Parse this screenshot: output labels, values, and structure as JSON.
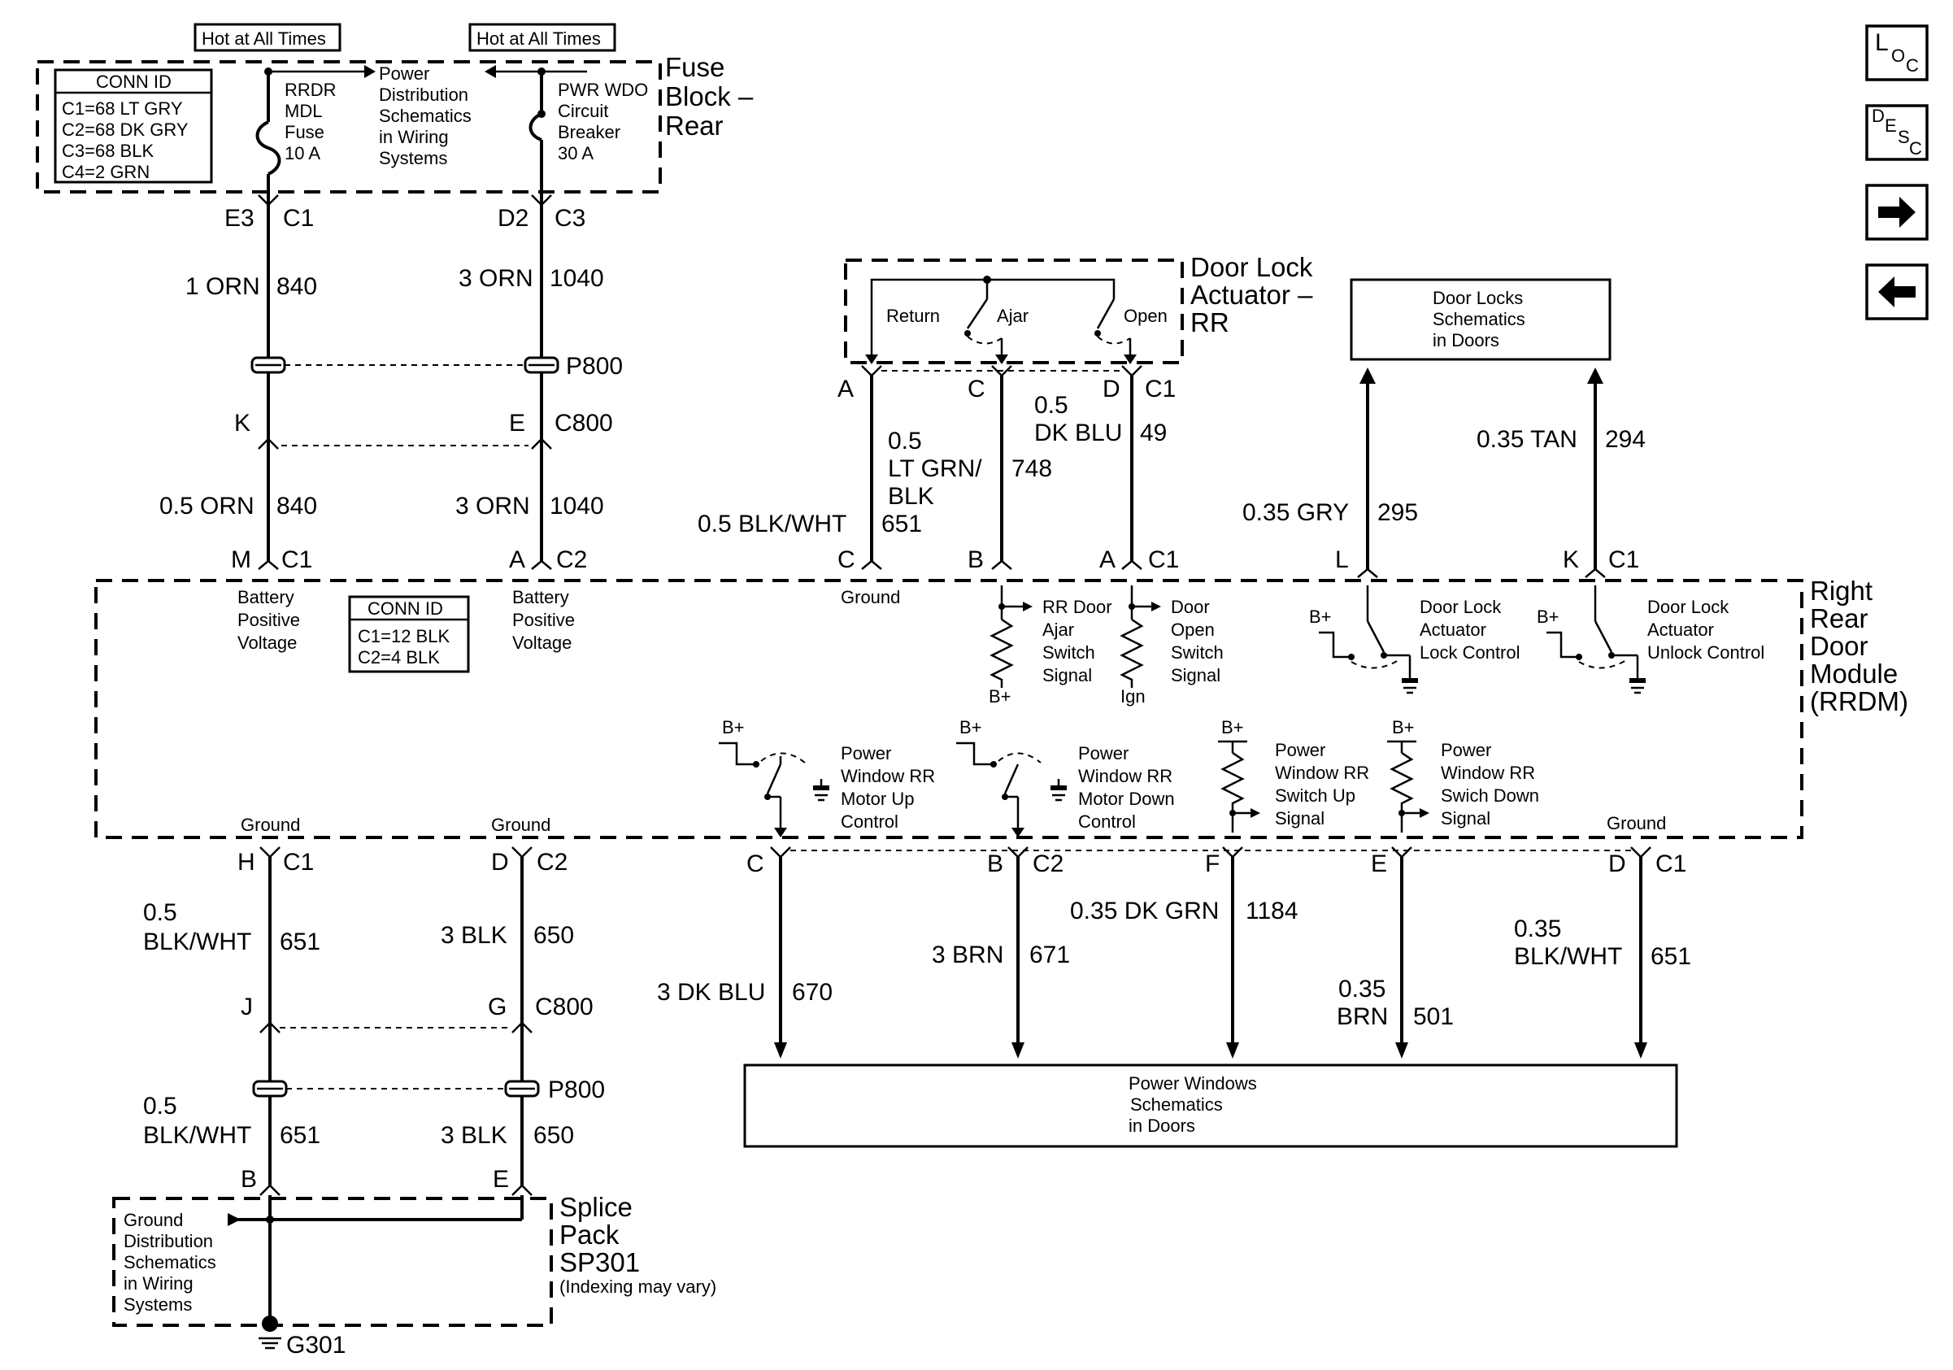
{
  "nav": {
    "loc_main": "L",
    "loc_sub": "O",
    "loc_sub2": "C",
    "desc_main": "D",
    "desc_sub": "E",
    "desc_sub2": "S",
    "desc_sub3": "C",
    "next_icon": "right-arrow-icon",
    "prev_icon": "left-arrow-icon"
  },
  "fuse_block": {
    "title_1": "Fuse",
    "title_2": "Block –",
    "title_3": "Rear",
    "hot_left": "Hot at All Times",
    "hot_right": "Hot at All Times",
    "conn_id": {
      "title": "CONN ID",
      "rows": [
        "C1=68 LT GRY",
        "C2=68 DK GRY",
        "C3=68 BLK",
        "C4=2 GRN"
      ]
    },
    "fuse_label": [
      "RRDR",
      "MDL",
      "Fuse",
      "10 A"
    ],
    "breaker_label": [
      "PWR WDO",
      "Circuit",
      "Breaker",
      "30 A"
    ],
    "power_dist": [
      "Power",
      "Distribution",
      "Schematics",
      "in Wiring",
      "Systems"
    ]
  },
  "left_circuit": {
    "e3": "E3",
    "c1": "C1",
    "d2": "D2",
    "c3": "C3",
    "w1_size": "1 ORN",
    "w1_num": "840",
    "w2_size": "3 ORN",
    "w2_num": "1040",
    "p800": "P800",
    "k": "K",
    "e": "E",
    "c800": "C800",
    "w3_size": "0.5 ORN",
    "w3_num": "840",
    "w4_size": "3 ORN",
    "w4_num": "1040",
    "m": "M",
    "c1b": "C1",
    "a": "A",
    "c2": "C2"
  },
  "door_lock_actuator": {
    "title": [
      "Door Lock",
      "Actuator –",
      "RR"
    ],
    "return_lbl": "Return",
    "ajar_lbl": "Ajar",
    "open_lbl": "Open",
    "pin_a": "A",
    "pin_c": "C",
    "pin_d": "D",
    "conn": "C1",
    "w_a": [
      "0.5 BLK/WHT",
      "651"
    ],
    "w_c": [
      "0.5",
      "LT GRN/",
      "BLK",
      "748"
    ],
    "w_d": [
      "0.5",
      "DK BLU",
      "49"
    ],
    "pin_c2": "C",
    "pin_b2": "B",
    "pin_a2": "A",
    "conn2": "C1"
  },
  "door_locks": {
    "box": [
      "Door Locks",
      "Schematics",
      "in Doors"
    ],
    "w_l": [
      "0.35 GRY",
      "295"
    ],
    "w_k": [
      "0.35 TAN",
      "294"
    ],
    "pin_l": "L",
    "pin_k": "K",
    "conn": "C1"
  },
  "rrdm": {
    "title": [
      "Right",
      "Rear",
      "Door",
      "Module",
      "(RRDM)"
    ],
    "conn_id": {
      "title": "CONN ID",
      "rows": [
        "C1=12 BLK",
        "C2=4 BLK"
      ]
    },
    "bpv1": [
      "Battery",
      "Positive",
      "Voltage"
    ],
    "bpv2": [
      "Battery",
      "Positive",
      "Voltage"
    ],
    "ground_top": "Ground",
    "ajar_sig": [
      "RR Door",
      "Ajar",
      "Switch",
      "Signal"
    ],
    "bplus_1": "B+",
    "open_sig": [
      "Door",
      "Open",
      "Switch",
      "Signal"
    ],
    "ign": "Ign",
    "lock_ctl": [
      "Door Lock",
      "Actuator",
      "Lock Control"
    ],
    "unlock_ctl": [
      "Door Lock",
      "Actuator",
      "Unlock Control"
    ],
    "bplus": "B+",
    "pw_up": [
      "Power",
      "Window RR",
      "Motor Up",
      "Control"
    ],
    "pw_down": [
      "Power",
      "Window RR",
      "Motor Down",
      "Control"
    ],
    "sw_up": [
      "Power",
      "Window RR",
      "Switch Up",
      "Signal"
    ],
    "sw_down": [
      "Power",
      "Window RR",
      "Swich Down",
      "Signal"
    ],
    "ground_l": "Ground",
    "ground_m": "Ground",
    "ground_r": "Ground"
  },
  "lower": {
    "h": "H",
    "c1": "C1",
    "d": "D",
    "c2": "C2",
    "w_h": [
      "0.5",
      "BLK/WHT",
      "651"
    ],
    "w_d": [
      "3 BLK",
      "650"
    ],
    "j": "J",
    "g": "G",
    "c800": "C800",
    "p800": "P800",
    "w_j": [
      "0.5",
      "BLK/WHT",
      "651"
    ],
    "w_g": [
      "3 BLK",
      "650"
    ],
    "b": "B",
    "e": "E",
    "pins": [
      "C",
      "B",
      "C2",
      "F",
      "E",
      "D",
      "C1"
    ],
    "w_c": [
      "3 DK BLU",
      "670"
    ],
    "w_b": [
      "3 BRN",
      "671"
    ],
    "w_f": [
      "0.35 DK GRN",
      "1184"
    ],
    "w_e": [
      "0.35",
      "BRN",
      "501"
    ],
    "w_dd": [
      "0.35",
      "BLK/WHT",
      "651"
    ],
    "pw_box": [
      "Power Windows",
      "Schematics",
      "in Doors"
    ],
    "splice": [
      "Splice",
      "Pack",
      "SP301",
      "(Indexing may vary)"
    ],
    "gnd_dist": [
      "Ground",
      "Distribution",
      "Schematics",
      "in Wiring",
      "Systems"
    ],
    "g301": "G301"
  }
}
